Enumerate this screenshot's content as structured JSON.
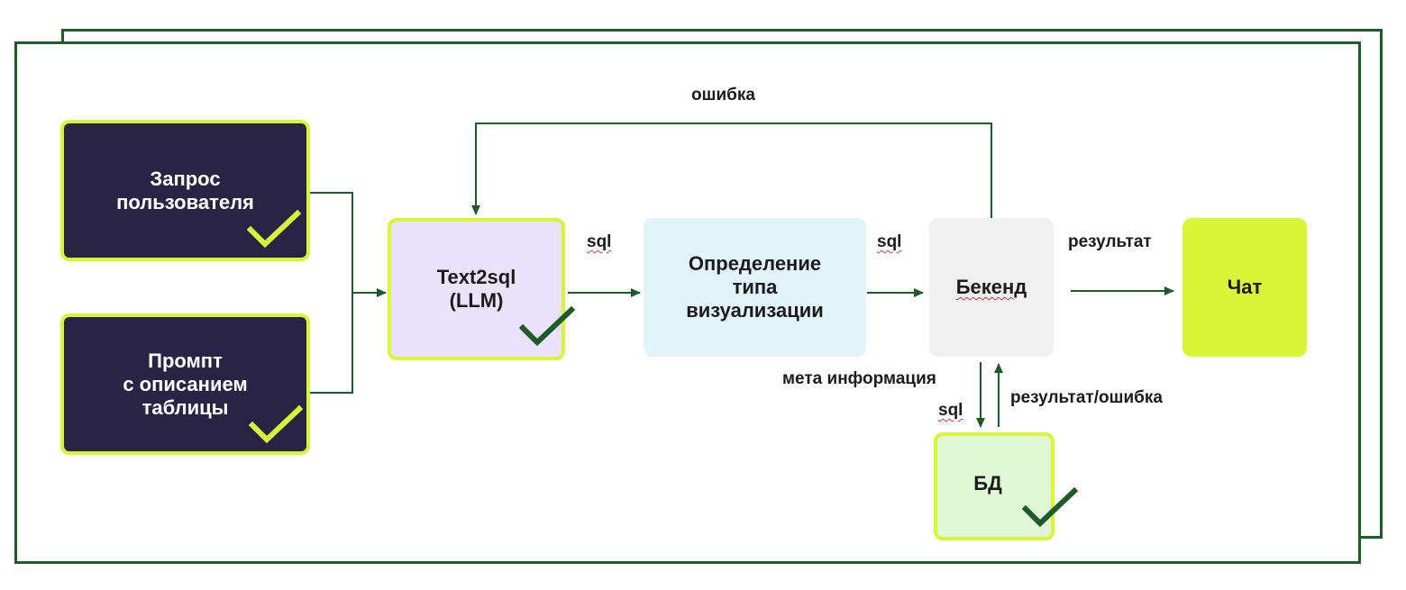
{
  "nodes": {
    "user_query": "Запрос\nпользователя",
    "prompt": "Промпт\nс описанием\nтаблицы",
    "text2sql": "Text2sql\n(LLM)",
    "viz": "Определение\nтипа\nвизуализации",
    "backend": "Бекенд",
    "chat": "Чат",
    "db": "БД"
  },
  "edges": {
    "error_top": "ошибка",
    "sql_1": "sql",
    "sql_2": "sql",
    "result": "результат",
    "meta": "мета информация",
    "sql_3": "sql",
    "result_error": "результат/ошибка"
  },
  "colors": {
    "frame": "#1f5a2a",
    "arrow": "#1f5a2a",
    "dark_box": "#2a2444",
    "accent": "#d9f53a",
    "check_dark": "#1f5a2a"
  }
}
